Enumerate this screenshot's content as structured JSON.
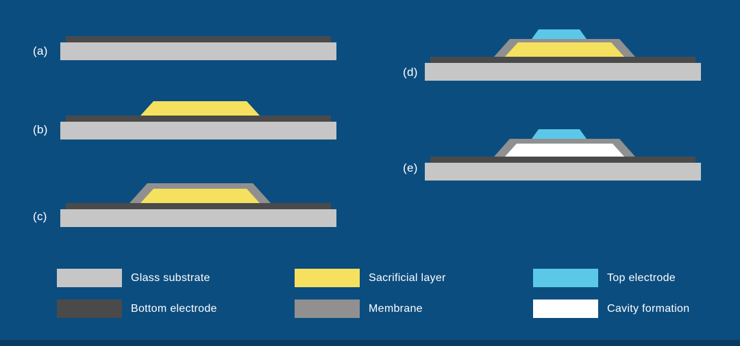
{
  "colors": {
    "background": "#0c4d7f",
    "footer_bar": "#083b5f",
    "glass": "#c6c6c6",
    "bottom_electrode": "#4a4a4a",
    "sacrificial": "#f5e15f",
    "membrane": "#909090",
    "top_electrode": "#5bc8e8",
    "cavity": "#ffffff",
    "label_text": "#ffffff"
  },
  "panels": [
    {
      "id": "a",
      "label": "(a)",
      "layers": [
        "glass_substrate",
        "bottom_electrode"
      ]
    },
    {
      "id": "b",
      "label": "(b)",
      "layers": [
        "glass_substrate",
        "bottom_electrode",
        "sacrificial_layer"
      ]
    },
    {
      "id": "c",
      "label": "(c)",
      "layers": [
        "glass_substrate",
        "bottom_electrode",
        "sacrificial_layer",
        "membrane"
      ]
    },
    {
      "id": "d",
      "label": "(d)",
      "layers": [
        "glass_substrate",
        "bottom_electrode",
        "sacrificial_layer",
        "membrane",
        "top_electrode"
      ]
    },
    {
      "id": "e",
      "label": "(e)",
      "layers": [
        "glass_substrate",
        "bottom_electrode",
        "membrane",
        "top_electrode",
        "cavity_formation"
      ]
    }
  ],
  "legend": [
    {
      "key": "glass",
      "label": "Glass substrate"
    },
    {
      "key": "bottom_electrode",
      "label": "Bottom electrode"
    },
    {
      "key": "sacrificial",
      "label": "Sacrificial layer"
    },
    {
      "key": "membrane",
      "label": "Membrane"
    },
    {
      "key": "top_electrode",
      "label": "Top electrode"
    },
    {
      "key": "cavity",
      "label": "Cavity formation"
    }
  ]
}
